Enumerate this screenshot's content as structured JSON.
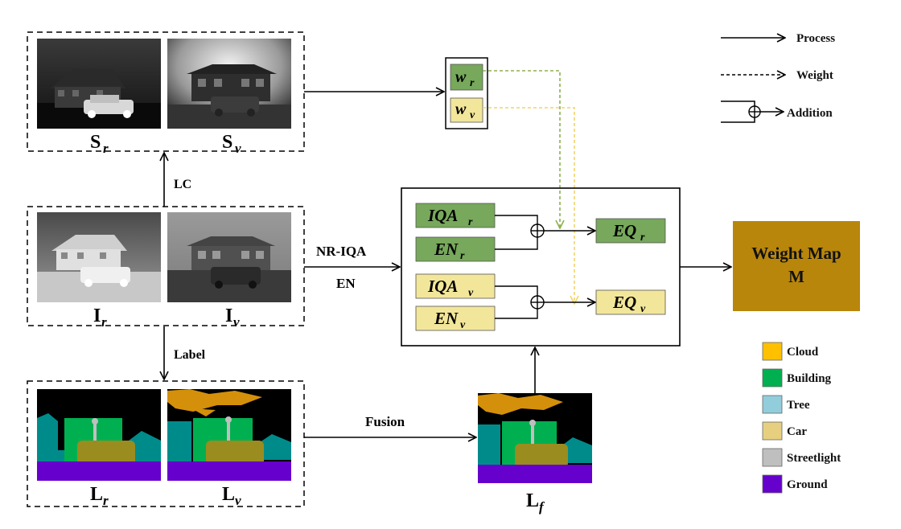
{
  "legend_top": {
    "process": "Process",
    "weight": "Weight",
    "addition": "Addition"
  },
  "images": {
    "s_r": {
      "main": "S",
      "sub": "r"
    },
    "s_v": {
      "main": "S",
      "sub": "v"
    },
    "i_r": {
      "main": "I",
      "sub": "r"
    },
    "i_v": {
      "main": "I",
      "sub": "v"
    },
    "l_r": {
      "main": "L",
      "sub": "r"
    },
    "l_v": {
      "main": "L",
      "sub": "v"
    },
    "l_f": {
      "main": "L",
      "sub": "f"
    }
  },
  "weights": {
    "w_r": {
      "main": "w",
      "sub": "r"
    },
    "w_v": {
      "main": "w",
      "sub": "v"
    }
  },
  "arrows": {
    "lc": "LC",
    "label": "Label",
    "nr_iqa": "NR-IQA",
    "en": "EN",
    "fusion": "Fusion"
  },
  "metrics": {
    "iqa_r": {
      "main": "IQA",
      "sub": "r"
    },
    "en_r": {
      "main": "EN",
      "sub": "r"
    },
    "iqa_v": {
      "main": "IQA",
      "sub": "v"
    },
    "en_v": {
      "main": "EN",
      "sub": "v"
    },
    "eq_r": {
      "main": "EQ",
      "sub": "r"
    },
    "eq_v": {
      "main": "EQ",
      "sub": "v"
    }
  },
  "weight_map": {
    "line1": "Weight Map",
    "line2": "M"
  },
  "class_legend": [
    {
      "label": "Cloud",
      "color": "#FFC000"
    },
    {
      "label": "Building",
      "color": "#00B050"
    },
    {
      "label": "Tree",
      "color": "#92CDDC"
    },
    {
      "label": "Car",
      "color": "#E6D080"
    },
    {
      "label": "Streetlight",
      "color": "#BFBFBF"
    },
    {
      "label": "Ground",
      "color": "#6600CC"
    }
  ],
  "colors": {
    "green_box": "#77A85B",
    "yellow_box": "#F2E69A",
    "weight_map": "#B8860B",
    "green_dash": "#8DB04E",
    "yellow_dash": "#F2D36B"
  }
}
